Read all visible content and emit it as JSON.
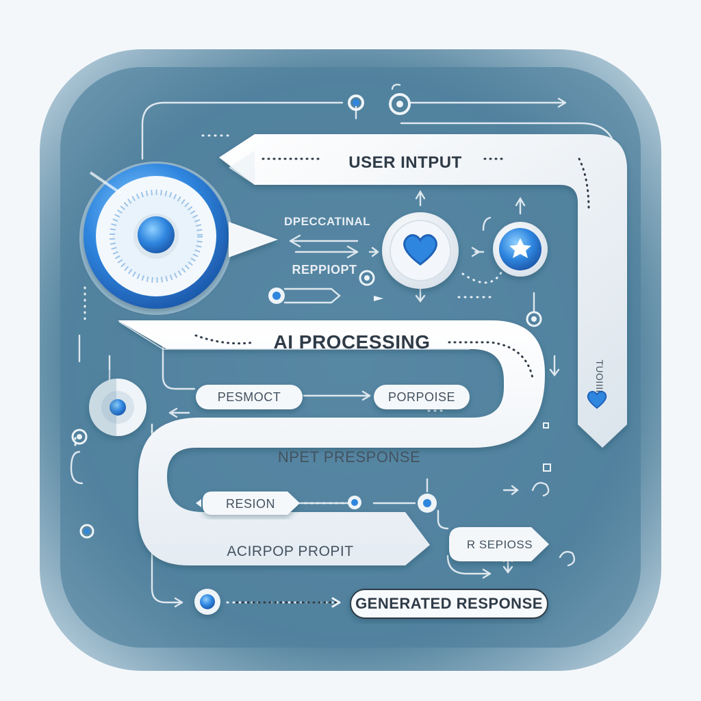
{
  "diagram": {
    "title": "USER INTPUT",
    "stage_labels": {
      "top_left": "DPECCATINAL",
      "mid_left": "REPPIOPT",
      "main_middle": "AI PROCESSING",
      "right_vertical": "TUOIIIHI",
      "pill_left": "PESMOCT",
      "pill_right": "PORPOISE",
      "middle_band": "NPET PRESPONSE",
      "bottom_left_pill": "RESION",
      "bottom_band": "ACIRPOP PROPIT",
      "small_right": "R SEPIOSS",
      "output": "GENERATED RESPONSE"
    },
    "icons": [
      "start-node-icon",
      "heart-icon",
      "star-icon",
      "small-heart-icon"
    ],
    "colors": {
      "background": "#f4f7fa",
      "panel": "#4c7d99",
      "panel_edge": "#6e9ab2",
      "ribbon": "#f6f8fb",
      "accent": "#2f86df",
      "accent_dark": "#1f62b8",
      "text": "#2f3b47"
    }
  }
}
